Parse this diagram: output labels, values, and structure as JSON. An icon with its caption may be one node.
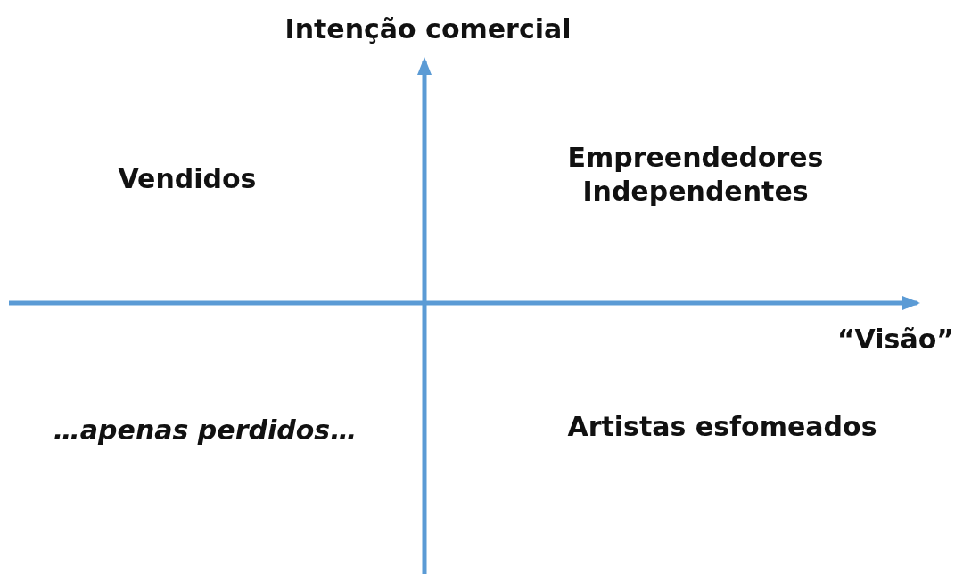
{
  "diagram": {
    "labels": [
      "Intenção comercial",
      "Vendidos",
      "Empreendedores Independentes",
      "“Visão”",
      "…apenas perdidos…",
      "Artistas esfomeados"
    ]
  }
}
